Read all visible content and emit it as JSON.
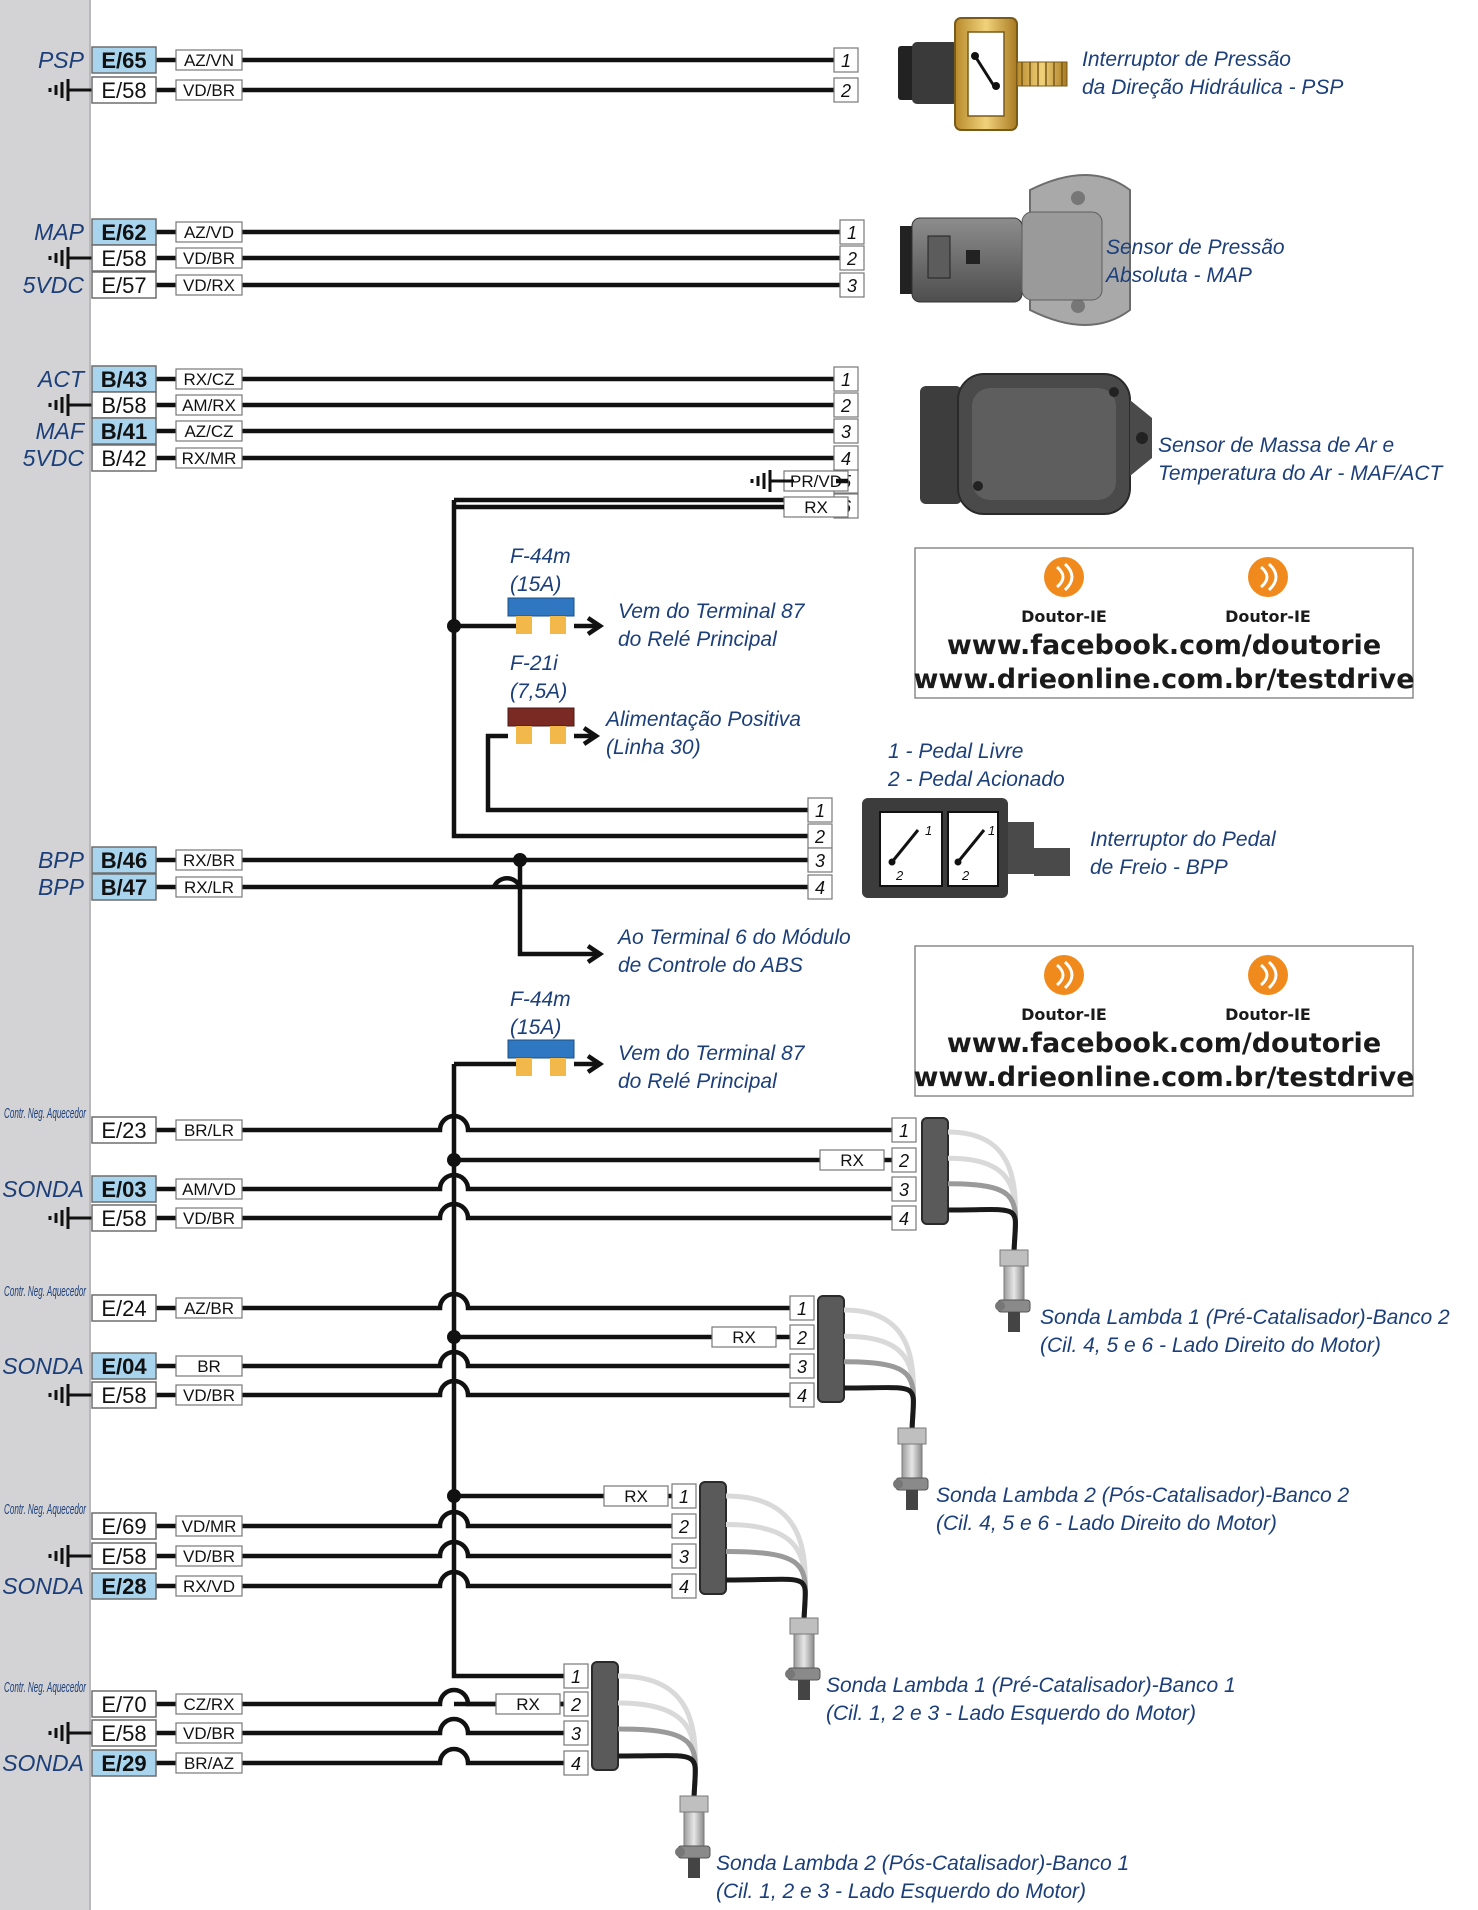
{
  "components": {
    "psp": [
      "Interruptor de Pressão",
      "da Direção Hidráulica - PSP"
    ],
    "map": [
      "Sensor de Pressão",
      "Absoluta - MAP"
    ],
    "maf": [
      "Sensor de Massa de Ar e",
      "Temperatura do Ar - MAF/ACT"
    ],
    "bpp": [
      "Interruptor do Pedal",
      "de Freio - BPP"
    ],
    "bpp_legend": [
      "1 - Pedal Livre",
      "2 - Pedal Acionado"
    ],
    "lambda_1": [
      "Sonda Lambda 1 (Pré-Catalisador)-Banco 2",
      "(Cil. 4, 5 e 6 - Lado Direito do Motor)"
    ],
    "lambda_2": [
      "Sonda Lambda 2 (Pós-Catalisador)-Banco 2",
      "(Cil. 4, 5 e 6 - Lado Direito do Motor)"
    ],
    "lambda_3": [
      "Sonda Lambda 1 (Pré-Catalisador)-Banco 1",
      "(Cil. 1, 2 e 3 - Lado Esquerdo do Motor)"
    ],
    "lambda_4": [
      "Sonda Lambda 2 (Pós-Catalisador)-Banco 1",
      "(Cil. 1, 2 e 3 - Lado Esquerdo do Motor)"
    ]
  },
  "fuses": [
    {
      "name": "F-44m",
      "rating": "(15A)",
      "desc": [
        "Vem do Terminal 87",
        "do Relé Principal"
      ],
      "color": "#2f77c0"
    },
    {
      "name": "F-21i",
      "rating": "(7,5A)",
      "desc": [
        "Alimentação Positiva",
        "(Linha 30)"
      ],
      "color": "#7a2a22"
    },
    {
      "name": "F-44m",
      "rating": "(15A)",
      "desc": [
        "Vem do Terminal 87",
        "do Relé Principal"
      ],
      "color": "#2f77c0"
    }
  ],
  "abs_note": [
    "Ao Terminal 6 do Módulo",
    "de Controle do ABS"
  ],
  "watermark": {
    "brand": "Doutor-IE",
    "url1": "www.facebook.com/doutorie",
    "url2": "www.drieonline.com.br/testdrive"
  },
  "rows": [
    {
      "sig": "PSP",
      "pin": "E/65",
      "hl": true,
      "color": "AZ/VN",
      "num": "1",
      "group": "psp"
    },
    {
      "sig": "",
      "ground": true,
      "pin": "E/58",
      "hl": false,
      "color": "VD/BR",
      "num": "2",
      "group": "psp"
    },
    {
      "sig": "MAP",
      "pin": "E/62",
      "hl": true,
      "color": "AZ/VD",
      "num": "1",
      "group": "map"
    },
    {
      "sig": "",
      "ground": true,
      "pin": "E/58",
      "hl": false,
      "color": "VD/BR",
      "num": "2",
      "group": "map"
    },
    {
      "sig": "5VDC",
      "pin": "E/57",
      "hl": false,
      "color": "VD/RX",
      "num": "3",
      "group": "map"
    },
    {
      "sig": "ACT",
      "pin": "B/43",
      "hl": true,
      "color": "RX/CZ",
      "num": "1",
      "group": "maf"
    },
    {
      "sig": "",
      "ground": true,
      "pin": "B/58",
      "hl": false,
      "color": "AM/RX",
      "num": "2",
      "group": "maf"
    },
    {
      "sig": "MAF",
      "pin": "B/41",
      "hl": true,
      "color": "AZ/CZ",
      "num": "3",
      "group": "maf"
    },
    {
      "sig": "5VDC",
      "pin": "B/42",
      "hl": false,
      "color": "RX/MR",
      "num": "4",
      "group": "maf"
    },
    {
      "sig": "BPP",
      "pin": "B/46",
      "hl": true,
      "color": "RX/BR",
      "num": "3",
      "group": "bpp"
    },
    {
      "sig": "BPP",
      "pin": "B/47",
      "hl": true,
      "color": "RX/LR",
      "num": "4",
      "group": "bpp"
    },
    {
      "sig": "Contr. Neg. Aquecedor",
      "pin": "E/23",
      "hl": false,
      "color": "BR/LR",
      "num": "1",
      "group": "l1"
    },
    {
      "sig": "SONDA",
      "pin": "E/03",
      "hl": true,
      "color": "AM/VD",
      "num": "3",
      "group": "l1"
    },
    {
      "sig": "",
      "ground": true,
      "pin": "E/58",
      "hl": false,
      "color": "VD/BR",
      "num": "4",
      "group": "l1"
    },
    {
      "sig": "Contr. Neg. Aquecedor",
      "pin": "E/24",
      "hl": false,
      "color": "AZ/BR",
      "num": "1",
      "group": "l2"
    },
    {
      "sig": "SONDA",
      "pin": "E/04",
      "hl": true,
      "color": "BR",
      "num": "3",
      "group": "l2"
    },
    {
      "sig": "",
      "ground": true,
      "pin": "E/58",
      "hl": false,
      "color": "VD/BR",
      "num": "4",
      "group": "l2"
    },
    {
      "sig": "Contr. Neg. Aquecedor",
      "pin": "E/69",
      "hl": false,
      "color": "VD/MR",
      "num": "2",
      "group": "l3"
    },
    {
      "sig": "",
      "ground": true,
      "pin": "E/58",
      "hl": false,
      "color": "VD/BR",
      "num": "3",
      "group": "l3"
    },
    {
      "sig": "SONDA",
      "pin": "E/28",
      "hl": true,
      "color": "RX/VD",
      "num": "4",
      "group": "l3"
    },
    {
      "sig": "Contr. Neg. Aquecedor",
      "pin": "E/70",
      "hl": false,
      "color": "CZ/RX",
      "num": "2",
      "group": "l4"
    },
    {
      "sig": "",
      "ground": true,
      "pin": "E/58",
      "hl": false,
      "color": "VD/BR",
      "num": "3",
      "group": "l4"
    },
    {
      "sig": "SONDA",
      "pin": "E/29",
      "hl": true,
      "color": "BR/AZ",
      "num": "4",
      "group": "l4"
    }
  ],
  "extra_wires": [
    {
      "color": "PR/VD",
      "num": "5",
      "ground": true
    },
    {
      "color": "RX",
      "num": "6"
    },
    {
      "num": "1"
    },
    {
      "num": "2"
    },
    {
      "color": "RX",
      "num": "2"
    },
    {
      "color": "RX",
      "num": "2"
    },
    {
      "color": "RX",
      "num": "1"
    },
    {
      "num": "1"
    },
    {
      "color": "RX",
      "num": "2"
    }
  ],
  "colors": {
    "pin_highlight": "#a9d4ee",
    "strip": "#d3d3d5"
  }
}
